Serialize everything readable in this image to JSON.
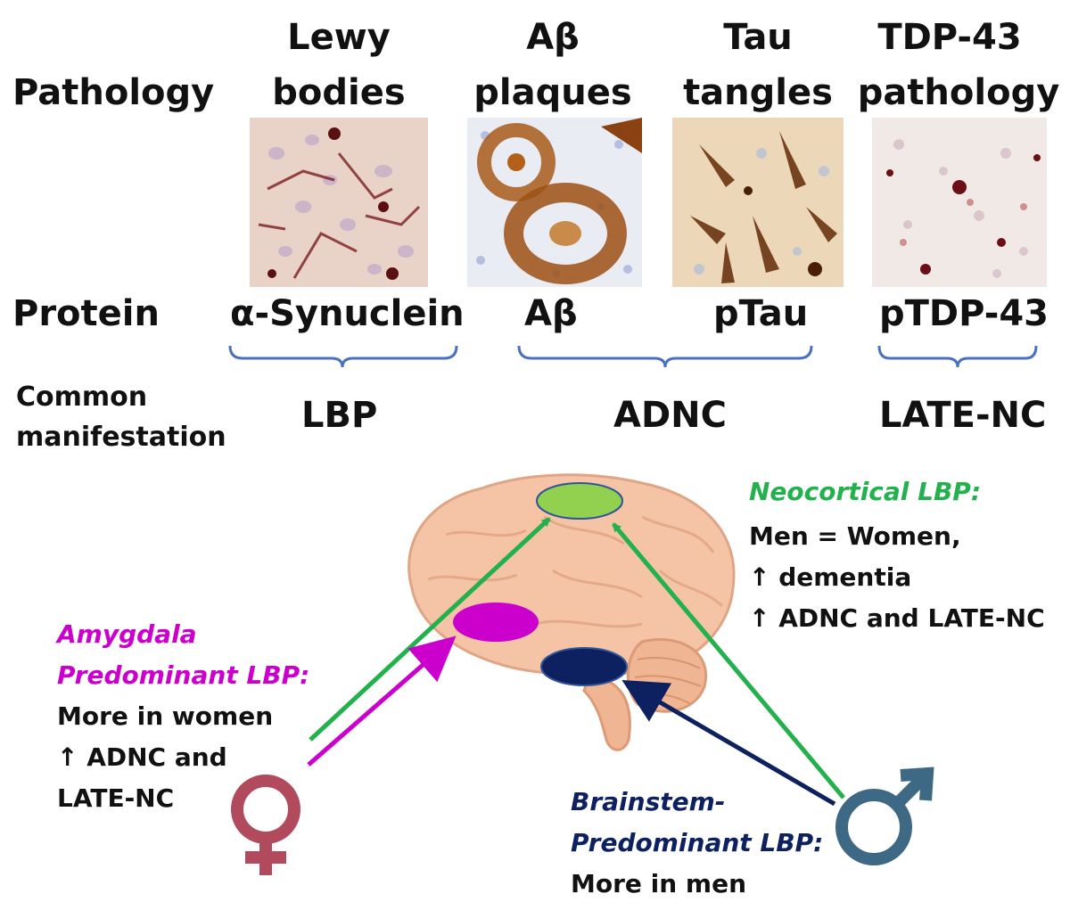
{
  "row_labels": {
    "pathology": "Pathology",
    "protein": "Protein",
    "common_manifestation_line1": "Common",
    "common_manifestation_line2": "manifestation"
  },
  "pathologies": [
    {
      "line1": "Lewy",
      "line2": "bodies",
      "protein": "α-Synuclein",
      "stain": "red-brown"
    },
    {
      "line1": "Aβ",
      "line2": "plaques",
      "protein": "Aβ",
      "stain": "brown"
    },
    {
      "line1": "Tau",
      "line2": "tangles",
      "protein": "pTau",
      "stain": "brown"
    },
    {
      "line1": "TDP-43",
      "line2": "pathology",
      "protein": "pTDP-43",
      "stain": "red-brown"
    }
  ],
  "manifestations": [
    "LBP",
    "ADNC",
    "LATE-NC"
  ],
  "neocortical": {
    "title": "Neocortical LBP:",
    "line1": "Men = Women,",
    "line2": "↑ dementia",
    "line3": "↑ ADNC and LATE-NC",
    "color": "#22b14c",
    "region_color": "#92d050"
  },
  "amygdala": {
    "title1": "Amygdala",
    "title2": "Predominant LBP:",
    "line1": "More in women",
    "line2": "↑ ADNC and",
    "line3": "LATE-NC",
    "color": "#cc00cc"
  },
  "brainstem": {
    "title1": "Brainstem-",
    "title2": "Predominant LBP:",
    "line1": "More in men",
    "color": "#0d2160"
  },
  "symbols": {
    "female": "♀",
    "male": "♂",
    "female_color": "#b24a5e",
    "male_color": "#3d6985"
  },
  "bracket_color": "#4a72c0"
}
